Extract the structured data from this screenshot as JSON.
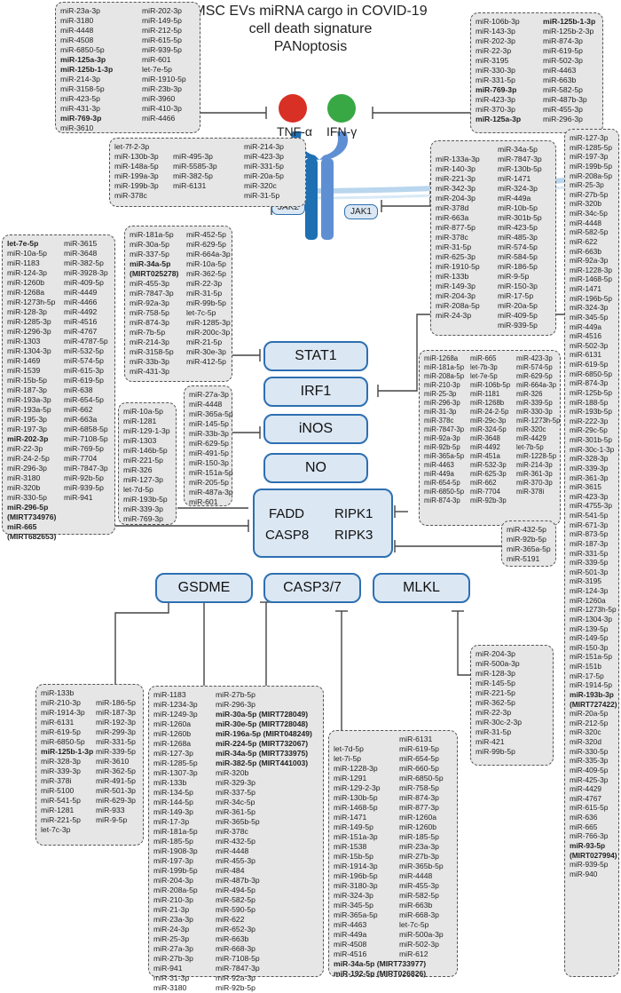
{
  "title": [
    "MSC EVs miRNA cargo in COVID-19",
    "cell death signature",
    "PANoptosis"
  ],
  "cytokines": {
    "tnf": "TNF-α",
    "ifn": "IFN-γ"
  },
  "jak": {
    "jak1": "JAK1",
    "jak2": "JAK2"
  },
  "nodes": {
    "stat1": "STAT1",
    "irf1": "IRF1",
    "inos": "iNOS",
    "no": "NO",
    "fadd": "FADD",
    "ripk1": "RIPK1",
    "casp8": "CASP8",
    "ripk3": "RIPK3",
    "gsdme": "GSDME",
    "casp37": "CASP3/7",
    "mlkl": "MLKL"
  },
  "boxes": {
    "tnf_list": [
      [
        "miR-23a-3p",
        "miR-3180",
        "miR-4448",
        "miR-4508",
        "miR-6850-5p",
        "**miR-125a-3p",
        "**miR-125b-1-3p",
        "miR-214-3p",
        "miR-3158-5p",
        "miR-423-5p",
        "miR-431-3p",
        "**miR-769-3p",
        "miR-3610"
      ],
      [
        "miR-202-3p",
        "miR-149-5p",
        "miR-212-5p",
        "miR-615-5p",
        "miR-939-5p",
        "miR-601",
        "let-7e-5p",
        "miR-1910-5p",
        "miR-23b-3p",
        "miR-3960",
        "miR-410-3p",
        "miR-4466"
      ]
    ],
    "ifn_list": [
      [
        "miR-106b-3p",
        "miR-143-3p",
        "miR-202-3p",
        "miR-22-3p",
        "miR-3195",
        "miR-330-3p",
        "miR-331-5p",
        "**miR-769-3p",
        "miR-423-3p",
        "miR-370-3p",
        "**miR-125a-3p"
      ],
      [
        "**miR-125b-1-3p",
        "miR-125b-2-3p",
        "miR-874-3p",
        "miR-619-5p",
        "miR-502-3p",
        "miR-4463",
        "miR-663b",
        "miR-582-5p",
        "miR-487b-3p",
        "miR-455-3p",
        "miR-296-3p"
      ]
    ],
    "jak2_list": [
      [
        "let-7f-2-3p",
        "miR-130b-3p",
        "miR-148a-5p",
        "miR-199a-3p",
        "miR-199b-3p",
        "miR-378c"
      ],
      [
        "",
        "miR-495-3p",
        "miR-5585-3p",
        "miR-382-5p",
        "miR-6131"
      ],
      [
        "miR-214-3p",
        "miR-423-3p",
        "miR-331-5p",
        "miR-20a-5p",
        "miR-320c",
        "miR-31-5p"
      ]
    ],
    "jak1_list": [
      [
        "",
        "miR-133a-3p",
        "miR-140-3p",
        "miR-221-3p",
        "miR-342-3p",
        "miR-204-3p",
        "miR-378d",
        "miR-663a",
        "miR-877-5p",
        "miR-378c",
        "miR-31-5p",
        "miR-625-3p",
        "miR-1910-5p",
        "miR-133b",
        "miR-149-3p",
        "miR-204-3p",
        "miR-208a-5p",
        "miR-24-3p"
      ],
      [
        "miR-34a-5p",
        "miR-7847-3p",
        "miR-130b-5p",
        "miR-1471",
        "miR-324-3p",
        "miR-449a",
        "miR-10b-5p",
        "miR-301b-5p",
        "miR-423-5p",
        "miR-485-3p",
        "miR-574-5p",
        "miR-584-5p",
        "miR-186-5p",
        "miR-9-5p",
        "miR-150-3p",
        "miR-17-5p",
        "miR-20a-5p",
        "miR-409-5p",
        "miR-939-5p"
      ]
    ],
    "left_list": [
      [
        "**let-7e-5p",
        "miR-10a-5p",
        "miR-1183",
        "miR-124-3p",
        "miR-1260b",
        "miR-1268a",
        "miR-1273h-5p",
        "miR-128-3p",
        "miR-1285-3p",
        "miR-1296-3p",
        "miR-1303",
        "miR-1304-3p",
        "miR-1469",
        "miR-1539",
        "miR-15b-5p",
        "miR-187-3p",
        "miR-193a-3p",
        "miR-193a-5p",
        "miR-195-3p",
        "miR-197-3p",
        "**miR-202-3p",
        "miR-22-3p",
        "miR-24-2-5p",
        "miR-296-3p",
        "miR-3180",
        "miR-320b",
        "miR-330-5p",
        "**miR-296-5p",
        "**(MIRT734976)",
        "**miR-665",
        "**(MIRT682653)"
      ],
      [
        "miR-3615",
        "miR-3648",
        "miR-382-5p",
        "miR-3928-3p",
        "miR-409-5p",
        "miR-4449",
        "miR-4466",
        "miR-4492",
        "miR-4516",
        "miR-4767",
        "miR-4787-5p",
        "miR-532-5p",
        "miR-574-5p",
        "miR-615-3p",
        "miR-619-5p",
        "miR-638",
        "miR-654-5p",
        "miR-662",
        "miR-663a",
        "miR-6858-5p",
        "miR-7108-5p",
        "miR-769-5p",
        "miR-7704",
        "miR-7847-3p",
        "miR-92b-5p",
        "miR-939-5p",
        "miR-941"
      ]
    ],
    "stat1_list": [
      [
        "miR-181a-5p",
        "miR-30a-5p",
        "miR-337-5p",
        "**miR-34a-5p",
        "**(MIRT025278)",
        "miR-455-3p",
        "miR-7847-3p",
        "miR-92a-3p",
        "miR-758-5p",
        "miR-874-3p",
        "miR-7b-5p",
        "miR-214-3p",
        "miR-3158-5p",
        "miR-33b-3p",
        "miR-431-3p"
      ],
      [
        "miR-452-5p",
        "miR-629-5p",
        "miR-664a-3p",
        "miR-10a-5p",
        "miR-362-5p",
        "miR-22-3p",
        "miR-31-5p",
        "miR-99b-5p",
        "let-7c-5p",
        "miR-1285-3p",
        "miR-200c-3p",
        "miR-21-5p",
        "miR-30e-3p",
        "miR-412-5p"
      ]
    ],
    "inos_list": [
      [
        "miR-27a-3p",
        "miR-4448",
        "miR-365a-5p",
        "miR-145-5p",
        "miR-33b-3p",
        "miR-629-5p",
        "miR-491-5p",
        "miR-150-3p",
        "miR-151a-5p",
        "miR-205-5p",
        "miR-487a-3p",
        "miR-601"
      ]
    ],
    "fadd_left_list": [
      [
        "miR-10a-5p",
        "miR-1281",
        "miR-129-1-3p",
        "miR-1303",
        "miR-146b-5p",
        "miR-221-5p",
        "miR-326",
        "miR-127-3p",
        "let-7d-5p",
        "miR-193b-5p",
        "miR-339-3p",
        "miR-769-3p"
      ]
    ],
    "irf1_list": [
      [
        "miR-1268a",
        "miR-181a-5p",
        "miR-208a-5p",
        "miR-210-3p",
        "miR-25-3p",
        "miR-296-3p",
        "miR-31-3p",
        "miR-378c",
        "miR-7847-3p",
        "miR-92a-3p",
        "miR-92b-5p",
        "miR-365a-5p",
        "miR-4463",
        "miR-449a",
        "miR-654-5p",
        "miR-6850-5p",
        "miR-874-3p"
      ],
      [
        "miR-665",
        "let-7b-3p",
        "let-7e-5p",
        "miR-106b-5p",
        "miR-1181",
        "miR-1268b",
        "miR-24-2-5p",
        "miR-29c-3p",
        "miR-324-5p",
        "miR-3648",
        "miR-4492",
        "miR-451a",
        "miR-532-3p",
        "miR-625-3p",
        "miR-662",
        "miR-7704",
        "miR-92b-3p"
      ],
      [
        "miR-423-3p",
        "miR-574-5p",
        "miR-629-5p",
        "miR-664a-3p",
        "miR-326",
        "miR-339-5p",
        "miR-330-3p",
        "miR-1273h-5p",
        "miR-320c",
        "miR-4429",
        "let-7b-5p",
        "miR-1228-5p",
        "miR-214-3p",
        "miR-361-3p",
        "miR-370-3p",
        "miR-378i"
      ]
    ],
    "ripk_small_list": [
      [
        "miR-432-5p",
        "miR-92b-5p",
        "miR-365a-5p",
        "miR-5191"
      ]
    ],
    "right_list": [
      [
        "miR-127-3p",
        "miR-1285-5p",
        "miR-197-3p",
        "miR-199b-5p",
        "miR-208a-5p",
        "miR-25-3p",
        "miR-27b-5p",
        "miR-320b",
        "miR-34c-5p",
        "miR-4448",
        "miR-582-5p",
        "miR-622",
        "miR-663b",
        "miR-92a-3p",
        "miR-1228-3p",
        "miR-1468-5p",
        "miR-1471",
        "miR-196b-5p",
        "miR-324-3p",
        "miR-345-5p",
        "miR-449a",
        "miR-4516",
        "miR-502-3p",
        "miR-6131",
        "miR-619-5p",
        "miR-6850-5p",
        "miR-874-3p",
        "miR-125b-5p",
        "miR-188-5p",
        "miR-193b-5p",
        "miR-222-3p",
        "miR-29c-5p",
        "miR-301b-5p",
        "miR-30c-1-3p",
        "miR-328-3p",
        "miR-339-3p",
        "miR-361-3p",
        "miR-3615",
        "miR-423-3p",
        "miR-4755-3p",
        "miR-541-5p",
        "miR-671-3p",
        "miR-873-5p",
        "miR-187-3p",
        "miR-331-5p",
        "miR-339-5p",
        "miR-501-3p",
        "miR-3195",
        "miR-124-3p",
        "miR-1260a",
        "miR-1273h-5p",
        "miR-1304-3p",
        "miR-139-5p",
        "miR-149-5p",
        "miR-150-3p",
        "miR-151a-5p",
        "miR-151b",
        "miR-17-5p",
        "miR-1914-5p",
        "**miR-193b-3p",
        "**(MIRT727422)",
        "miR-20a-5p",
        "miR-212-5p",
        "miR-320c",
        "miR-320d",
        "miR-330-5p",
        "miR-335-3p",
        "miR-409-5p",
        "miR-425-3p",
        "miR-4429",
        "miR-4767",
        "miR-615-5p",
        "miR-636",
        "miR-665",
        "miR-766-3p",
        "**miR-93-5p",
        "**(MIRT027994)",
        "miR-939-5p",
        "miR-940"
      ]
    ],
    "gsdme_list": [
      [
        "miR-133b",
        "miR-210-3p",
        "miR-1914-3p",
        "miR-6131",
        "miR-619-5p",
        "miR-6850-5p",
        "**miR-125b-1-3p",
        "miR-328-3p",
        "miR-339-3p",
        "miR-378i",
        "miR-5100",
        "miR-541-5p",
        "miR-1281",
        "miR-221-5p",
        "let-7c-3p"
      ],
      [
        "",
        "miR-186-5p",
        "miR-187-3p",
        "miR-192-3p",
        "miR-299-3p",
        "miR-331-5p",
        "miR-339-5p",
        "miR-3610",
        "miR-362-5p",
        "miR-491-5p",
        "miR-501-3p",
        "miR-629-3p",
        "miR-933",
        "miR-9-5p"
      ]
    ],
    "casp_a_list": [
      [
        "miR-1183",
        "miR-1234-3p",
        "miR-1249-3p",
        "miR-1260a",
        "miR-1260b",
        "miR-1268a",
        "miR-127-3p",
        "miR-1285-5p",
        "miR-1307-3p",
        "miR-133b",
        "miR-134-5p",
        "miR-144-5p",
        "miR-149-3p",
        "miR-17-3p",
        "miR-181a-5p",
        "miR-185-5p",
        "miR-1908-3p",
        "miR-197-3p",
        "miR-199b-5p",
        "miR-204-3p",
        "miR-208a-5p",
        "miR-210-3p",
        "miR-21-3p",
        "miR-23a-3p",
        "miR-24-3p",
        "miR-25-3p",
        "miR-27a-3p",
        "miR-27b-3p",
        "miR-941",
        "miR-31-3p",
        "miR-3180"
      ],
      [
        "miR-27b-5p",
        "miR-296-3p",
        "**miR-30a-5p (MIRT728049)",
        "**miR-30e-5p (MIRT728048)",
        "**miR-196a-5p (MIRT048249)",
        "**miR-224-5p (MIRT732067)",
        "**miR-34a-5p (MIRT733975)",
        "**miR-382-5p (MIRT441003)",
        "miR-320b",
        "miR-329-3p",
        "miR-337-5p",
        "miR-34c-5p",
        "miR-361-5p",
        "miR-365b-5p",
        "miR-378c",
        "miR-432-5p",
        "miR-4448",
        "miR-455-3p",
        "miR-484",
        "miR-487b-3p",
        "miR-494-5p",
        "miR-582-5p",
        "miR-590-5p",
        "miR-622",
        "miR-652-3p",
        "miR-663b",
        "miR-668-3p",
        "miR-7108-5p",
        "miR-7847-3p",
        "miR-92a-3p",
        "miR-92b-5p"
      ]
    ],
    "casp_b_list": [
      [
        "",
        "let-7d-5p",
        "let-7i-5p",
        "miR-1228-3p",
        "miR-1291",
        "miR-129-2-3p",
        "miR-130b-5p",
        "miR-1468-5p",
        "miR-1471",
        "miR-149-5p",
        "miR-151a-3p",
        "miR-1538",
        "miR-15b-5p",
        "miR-1914-3p",
        "miR-196b-5p",
        "miR-3180-3p",
        "miR-324-3p",
        "miR-345-5p",
        "miR-365a-5p",
        "miR-4463",
        "miR-449a",
        "miR-4508",
        "miR-4516",
        "**miR-34a-5p (MIRT733977)",
        "**miR-192-5p (MIRT026826)"
      ],
      [
        "miR-6131",
        "miR-619-5p",
        "miR-654-5p",
        "miR-660-5p",
        "miR-6850-5p",
        "miR-758-5p",
        "miR-874-3p",
        "miR-877-3p",
        "miR-1260a",
        "miR-1260b",
        "miR-185-5p",
        "miR-23a-3p",
        "miR-27b-3p",
        "miR-365b-5p",
        "miR-4448",
        "miR-455-3p",
        "miR-582-5p",
        "miR-663b",
        "miR-668-3p",
        "let-7c-5p",
        "miR-500a-3p",
        "miR-502-3p",
        "miR-612"
      ]
    ],
    "mlkl_list": [
      [
        "miR-204-3p",
        "miR-500a-3p",
        "miR-128-3p",
        "miR-145-5p",
        "miR-221-5p",
        "miR-362-5p",
        "miR-22-3p",
        "miR-30c-2-3p",
        "miR-31-5p",
        "miR-421",
        "miR-99b-5p"
      ]
    ]
  }
}
